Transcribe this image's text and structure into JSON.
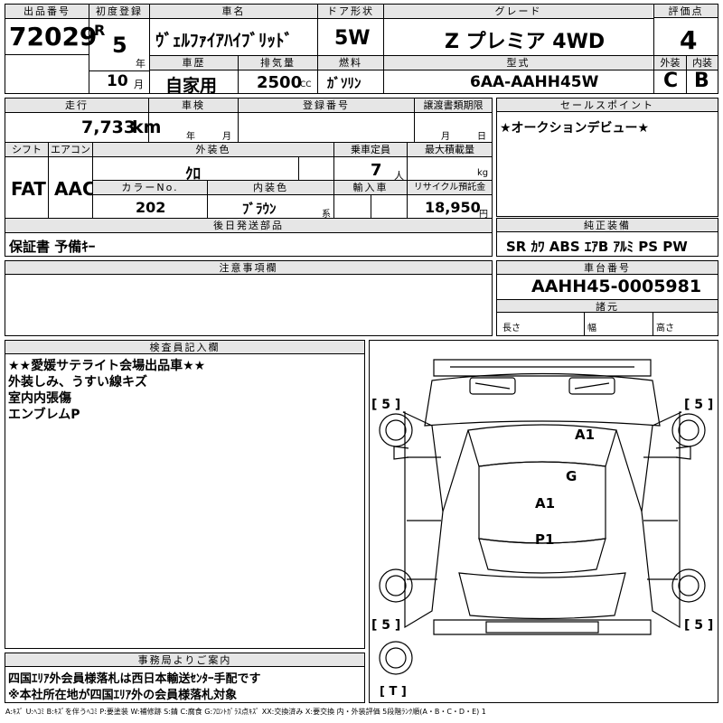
{
  "top": {
    "h_lot": "出品番号",
    "lot": "72029",
    "h_first_reg": "初度登録",
    "era": "R",
    "year": "5",
    "year_unit": "年",
    "month": "10",
    "month_unit": "月",
    "h_name": "車名",
    "name": "ｳﾞｪﾙﾌｧｲｱﾊｲﾌﾞﾘｯﾄﾞ",
    "h_door": "ドア形状",
    "door": "5W",
    "h_grade": "グレード",
    "grade": "Z プレミア 4WD",
    "h_score": "評価点",
    "score": "4",
    "h_history": "車歴",
    "history": "自家用",
    "h_displacement": "排気量",
    "displacement": "2500",
    "cc": "CC",
    "h_fuel": "燃料",
    "fuel": "ｶﾞｿﾘﾝ",
    "h_model": "型式",
    "model": "6AA-AAHH45W",
    "h_ext": "外装",
    "ext": "C",
    "h_int": "内装",
    "int": "B"
  },
  "mid": {
    "h_mileage": "走行",
    "mileage": "7,733",
    "km": "km",
    "h_inspection": "車検",
    "insp_year": "年",
    "insp_month": "月",
    "h_regno": "登録番号",
    "h_transfer": "譲渡書類期限",
    "tr_month": "月",
    "tr_day": "日",
    "h_shift": "シフト",
    "shift": "FAT",
    "h_ac": "エアコン",
    "ac": "AAC",
    "h_color": "外装色",
    "color": "ｸﾛ",
    "h_capacity": "乗車定員",
    "capacity": "7",
    "capacity_unit": "人",
    "h_load": "最大積載量",
    "load_unit": "kg",
    "h_colorno": "カラーNo.",
    "colorno": "202",
    "h_interior": "内装色",
    "interior": "ﾌﾞﾗｳﾝ",
    "interior_suffix": "系",
    "h_import": "輸入車",
    "h_recycle": "リサイクル預託金",
    "recycle": "18,950",
    "recycle_unit": "円",
    "h_later": "後日発送部品",
    "later": "保証書 予備ｷｰ",
    "h_sales": "セールスポイント",
    "sales": "★オークションデビュー★",
    "h_equip": "純正装備",
    "equip": "SR ｶﾜ ABS ｴｱB ｱﾙﾐ PS PW"
  },
  "notes": {
    "h_caution": "注意事項欄",
    "h_chassis": "車台番号",
    "chassis": "AAHH45-0005981",
    "h_dims": "諸元",
    "len": "長さ",
    "wid": "幅",
    "hei": "高さ"
  },
  "inspector": {
    "h": "検査員記入欄",
    "lines": [
      "★★愛媛サテライト会場出品車★★",
      "外装しみ、うすい線キズ",
      "室内内張傷",
      "エンブレムP"
    ]
  },
  "office": {
    "h": "事務局よりご案内",
    "lines": [
      "四国ｴﾘｱ外会員様落札は西日本輸送ｾﾝﾀｰ手配です",
      "※本社所在地が四国ｴﾘｱ外の会員様落札対象"
    ]
  },
  "diagram": {
    "tire_fl": "[ 5 ]",
    "tire_fr": "[ 5 ]",
    "tire_rl": "[ 5 ]",
    "tire_rr": "[ 5 ]",
    "tread": "[ T ]",
    "mark_hood": "A1",
    "mark_glass": "G",
    "mark_roof": "A1",
    "mark_rear": "P1"
  },
  "legend": "A:ｷｽﾞ U:ﾍｺﾐ B:ｷｽﾞを伴うﾍｺﾐ P:要塗装 W:補修跡 S:錆 C:腐食 G:ﾌﾛﾝﾄｶﾞﾗｽ点ｷｽﾞ XX:交換済み X:要交換 内・外装評価 5段階ﾗﾝｸ順(A・B・C・D・E) 1"
}
